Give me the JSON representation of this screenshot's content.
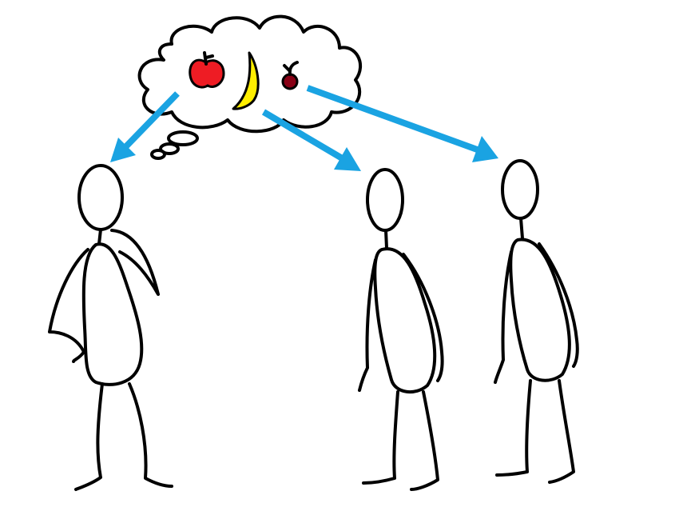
{
  "scene": {
    "background": "#ffffff",
    "line_color": "#000000",
    "arrow_color": "#1aa3e2",
    "thought_bubble": {
      "items": [
        {
          "name": "apple",
          "color": "#ee1c24"
        },
        {
          "name": "banana",
          "color": "#ffee00"
        },
        {
          "name": "cherry",
          "color": "#880015"
        }
      ]
    },
    "figures": [
      "thinker",
      "listener-1",
      "listener-2"
    ],
    "arrows": [
      "to-thinker",
      "to-listener-1",
      "to-listener-2"
    ]
  }
}
